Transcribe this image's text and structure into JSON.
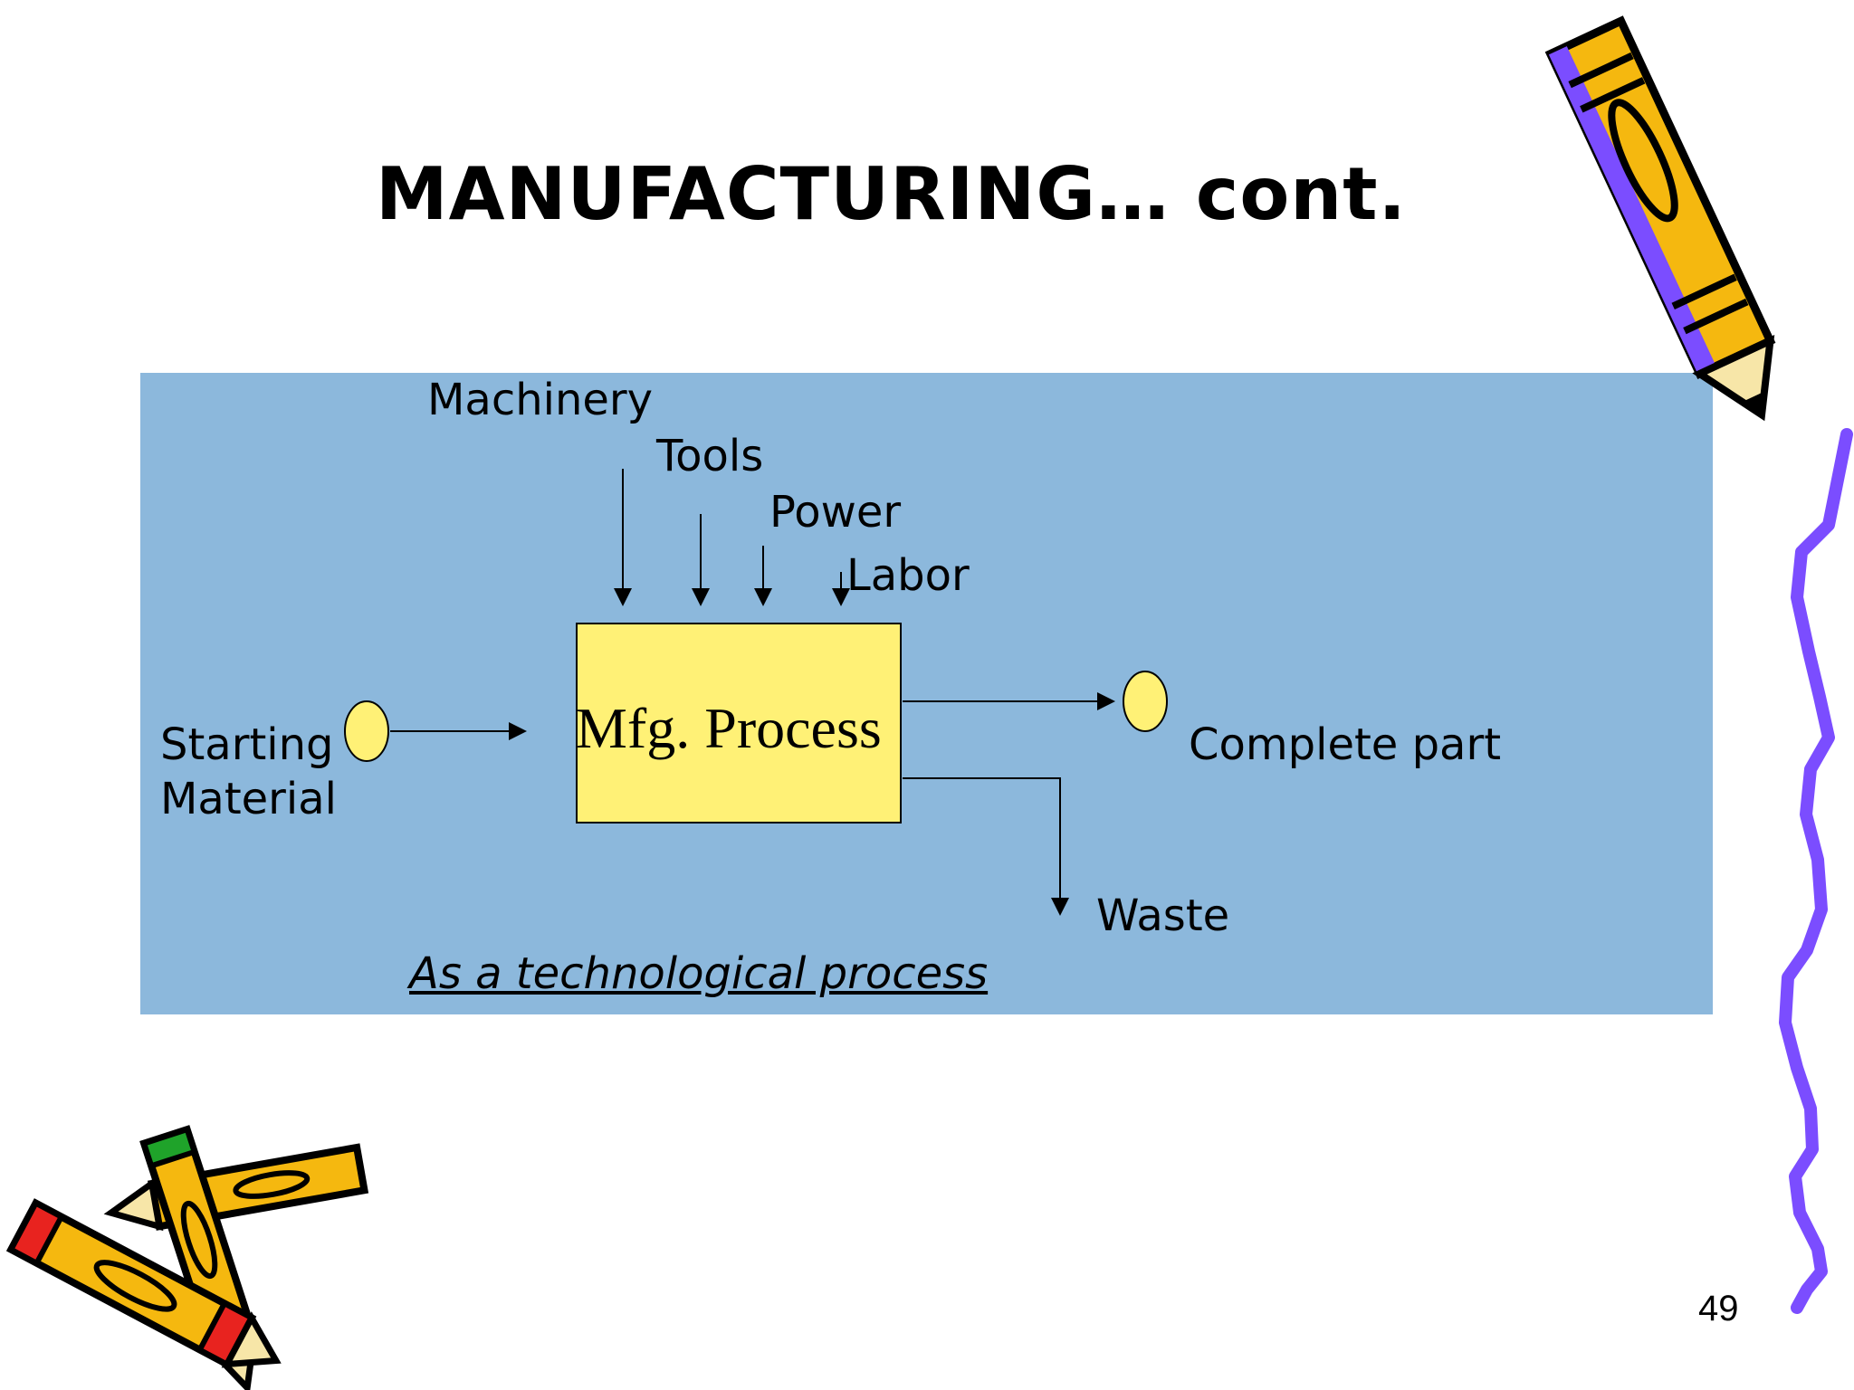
{
  "slide": {
    "title": "MANUFACTURING… cont.",
    "page_number": "49"
  },
  "diagram": {
    "inputs": {
      "machinery": "Machinery",
      "tools": "Tools",
      "power": "Power",
      "labor": "Labor"
    },
    "starting_material": [
      "Starting",
      "Material"
    ],
    "process": "Mfg. Process",
    "output": "Complete part",
    "waste": "Waste",
    "caption": "As a technological process"
  },
  "colors": {
    "panel": "#8cb8dc",
    "process_box": "#fff176",
    "node": "#fff176",
    "squiggle": "#7b4dff"
  },
  "decorations": {
    "top_right": "pencil-icon",
    "bottom_left": "crayons-icon",
    "right_edge": "squiggle-line"
  }
}
